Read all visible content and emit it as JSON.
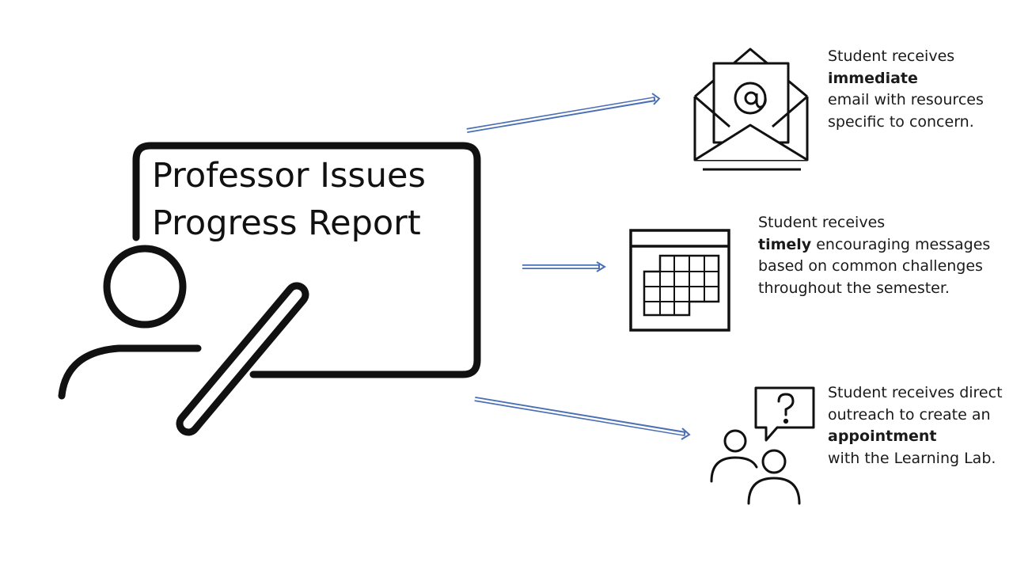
{
  "presenter": {
    "title_line1": "Professor  Issues",
    "title_line2": "Progress Report"
  },
  "outcomes": [
    {
      "icon": "email-at-icon",
      "before": "Student receives",
      "bold": "immediate",
      "after": "email with resources specific to concern."
    },
    {
      "icon": "calendar-icon",
      "before": "Student receives",
      "bold": "timely",
      "after": "encouraging messages based on common challenges throughout the semester."
    },
    {
      "icon": "people-question-icon",
      "before": "Student receives direct outreach to create an",
      "bold": "appointment",
      "after": "with the Learning Lab."
    }
  ],
  "colors": {
    "arrow": "#4a6fb5",
    "stroke": "#111111",
    "background": "#ffffff"
  }
}
